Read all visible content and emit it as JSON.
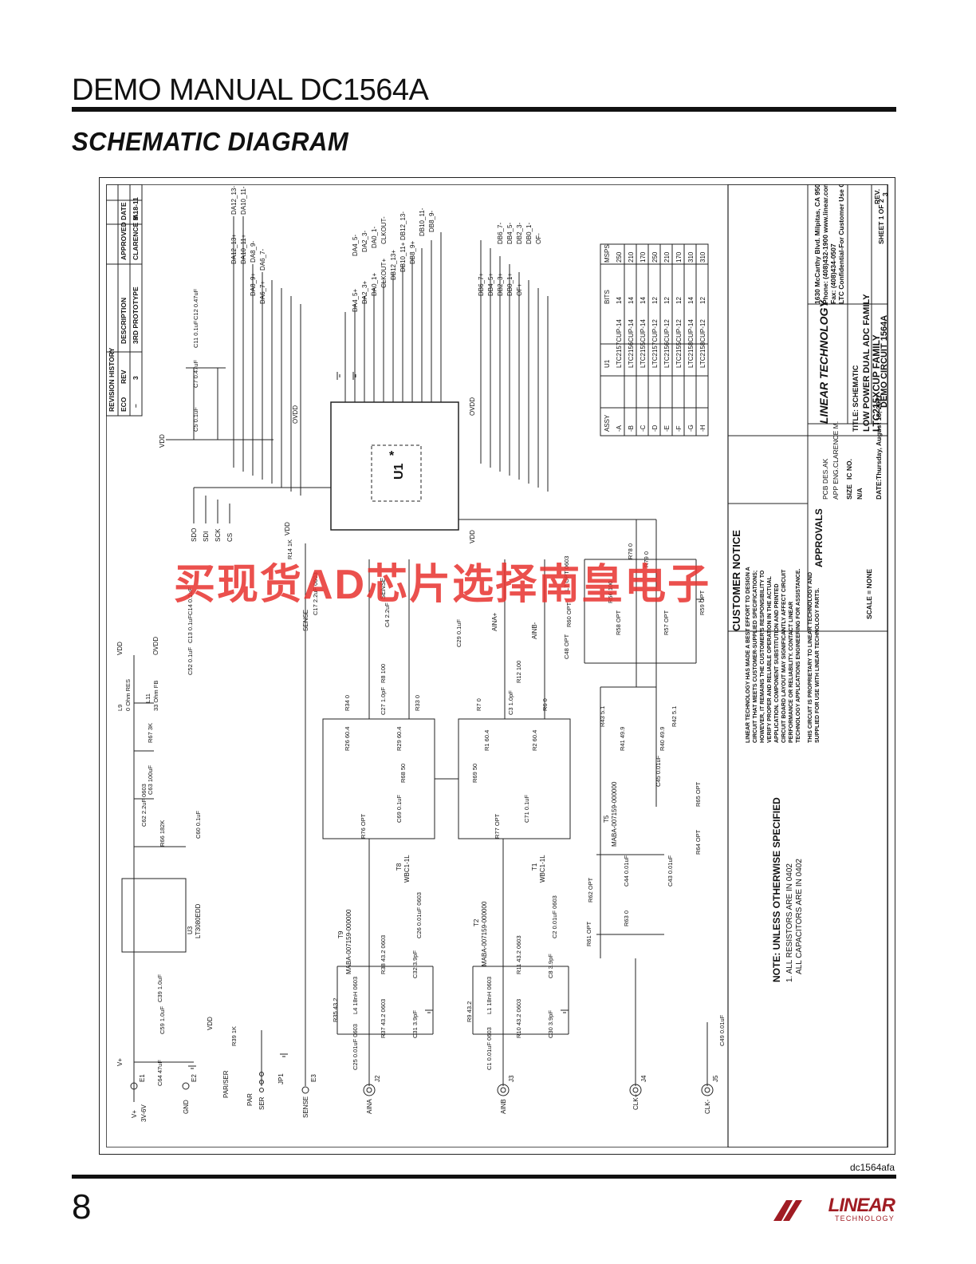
{
  "header": {
    "doc_title": "DEMO MANUAL DC1564A",
    "section_title": "SCHEMATIC DIAGRAM"
  },
  "revision": {
    "heading": "REVISION HISTORY",
    "cols": [
      "ECO",
      "REV",
      "DESCRIPTION",
      "APPROVED",
      "DATE"
    ],
    "row": [
      "–",
      "3",
      "3RD PROTOTYPE",
      "CLARENCE M.",
      "8-18-11"
    ]
  },
  "assy_table": {
    "cols": [
      "ASSY",
      "U1",
      "BITS",
      "MSPS"
    ],
    "rows": [
      [
        "-A",
        "LTC2157CUP-14",
        "14",
        "250"
      ],
      [
        "-B",
        "LTC2156CUP-14",
        "14",
        "210"
      ],
      [
        "-C",
        "LTC2155CUP-14",
        "14",
        "170"
      ],
      [
        "-D",
        "LTC2157CUP-12",
        "12",
        "250"
      ],
      [
        "-E",
        "LTC2156CUP-12",
        "12",
        "210"
      ],
      [
        "-F",
        "LTC2155CUP-12",
        "12",
        "170"
      ],
      [
        "-G",
        "LTC2158CUP-14",
        "14",
        "310"
      ],
      [
        "-H",
        "LTC2158CUP-12",
        "12",
        "310"
      ]
    ]
  },
  "title_block": {
    "address": "1630 McCarthy Blvd. Milpitas, CA 95035",
    "phone": "Phone: (408)432-1900  www.linear.com",
    "fax": "Fax: (408)434-0507",
    "confidential": "LTC Confidential-For Customer Use Only",
    "logo": "LINEAR TECHNOLOGY",
    "title_label": "TITLE: SCHEMATIC",
    "product_1": "LOW POWER DUAL ADC FAMILY",
    "product_2": "LTC215XCUP FAMILY",
    "product_3": "DEMO CIRCUIT 1564A",
    "size_label": "SIZE",
    "size_value": "N/A",
    "ic_label": "IC NO.",
    "rev_label": "REV.",
    "rev_value": "3",
    "date_label": "DATE:",
    "date_value": "Thursday, August 18, 2011",
    "sheet": "SHEET  1  OF  2",
    "scale": "SCALE = NONE"
  },
  "approvals": {
    "heading": "APPROVALS",
    "pcb_label": "PCB DES.",
    "pcb_value": "AK",
    "app_label": "APP ENG.",
    "app_value": "CLARENCE M."
  },
  "notice": {
    "heading": "CUSTOMER NOTICE",
    "l1": "LINEAR TECHNOLOGY HAS MADE A BEST EFFORT TO DESIGN A",
    "l2": "CIRCUIT THAT MEETS CUSTOMER-SUPPLIED SPECIFICATIONS;",
    "l3": "HOWEVER, IT REMAINS THE CUSTOMER'S RESPONSIBILITY TO",
    "l4": "VERIFY PROPER AND RELIABLE OPERATION IN THE ACTUAL",
    "l5": "APPLICATION. COMPONENT SUBSTITUTION AND PRINTED",
    "l6": "CIRCUIT BOARD LAYOUT MAY SIGNIFICANTLY AFFECT CIRCUIT",
    "l7": "PERFORMANCE OR RELIABILITY. CONTACT LINEAR",
    "l8": "TECHNOLOGY APPLICATIONS ENGINEERING FOR ASSISTANCE.",
    "p1": "THIS CIRCUIT IS PROPRIETARY TO LINEAR TECHNOLOGY AND",
    "p2": "SUPPLIED FOR USE WITH LINEAR TECHNOLOGY PARTS."
  },
  "notes": {
    "heading": "NOTE: UNLESS OTHERWISE SPECIFIED",
    "n1": "1.  ALL RESISTORS ARE IN 0402",
    "n2": "ALL CAPACITORS ARE IN  0402"
  },
  "u1": {
    "ref": "U1",
    "star": "*"
  },
  "nets_top_a": [
    "DA12_13+",
    "DA10_11+",
    "DA8_9+",
    "DA6_7+",
    "DA12_13-",
    "DA10_11-",
    "DA8_9-",
    "DA6_7-"
  ],
  "nets_top_b": [
    "DA4_5+",
    "DA2_3+",
    "DA0_1+",
    "CLKOUT+",
    "DB12_13+",
    "DB10_11+",
    "DB8_9+",
    "DA4_5-",
    "DA2_3-",
    "DA0_1-",
    "CLKOUT-",
    "DB12_13-",
    "DB10_11-",
    "DB8_9-"
  ],
  "nets_top_c": [
    "DB6_7+",
    "DB4_5+",
    "DB2_3+",
    "DB0_1+",
    "OF+",
    "DB6_7-",
    "DB4_5-",
    "DB2_3-",
    "DB0_1-",
    "OF-"
  ],
  "spi": [
    "SDO",
    "SDI",
    "SCK",
    "CS"
  ],
  "labels": {
    "vdd": "VDD",
    "ovdd": "OVDD",
    "vplus": "V+",
    "vplus_range": "3V-6V",
    "gnd": "GND",
    "sense": "SENSE",
    "ain_a": "AINA",
    "ain_b": "AINB",
    "ain_a_plus": "AINA+",
    "ain_b_plus": "AINB-",
    "clk_plus": "CLK+",
    "clk_minus": "CLK-",
    "par_ser": "PAR/SER",
    "par": "PAR",
    "ser": "SER",
    "jp1": "JP1",
    "u3": "U3",
    "u3_part": "LT3080EDD",
    "t9": "T9",
    "t9_part": "MABA-007159-000000",
    "t8": "T8",
    "t8_part": "WBC1-1L",
    "t2": "T2",
    "t2_part": "MABA-007159-000000",
    "t1": "T1",
    "t1_part": "WBC1-1L",
    "t5": "T5",
    "t5_part": "MABA-007159-000000",
    "e1": "E1",
    "e2": "E2",
    "e3": "E3",
    "j2": "J2",
    "j3": "J3",
    "j4": "J4",
    "j5": "J5",
    "l9": "L9",
    "l9_val": "0 Ohm RES",
    "l11": "L11",
    "l11_val": "33 Ohm FB",
    "r67": "R67  3K",
    "c63": "C63  100uF",
    "c62": "C62  2.2uF  0603",
    "r66": "R66  182K",
    "c60": "C60  0.1uF",
    "c39": "C39  1.0uF",
    "c59": "C59  1.0uF",
    "c64": "C64  47uF",
    "r39": "R39  1K",
    "r14": "R14  1K",
    "c17": "C17  2.2uF  0603",
    "c4": "C4  2.2uF",
    "c29": "C29  0.1uF",
    "c14": "C14  0.1uF",
    "c13": "C13  0.1uF",
    "c52": "C52  0.1uF",
    "c5": "C5  0.1uF",
    "c7": "C7  0.47uF",
    "c11": "C11  0.1uF",
    "c12": "C12  0.47uF",
    "r8": "R8  100",
    "r12": "R12  100",
    "r34": "R34  0",
    "c27": "C27  1.0pF",
    "r33": "R33  0",
    "r7": "R7  0",
    "c3": "C3  1.0pF",
    "r6": "R6  0",
    "r26": "R26  60.4",
    "r29": "R29  60.4",
    "r1": "R1  60.4",
    "r2": "R2  60.4",
    "r68": "R68  50",
    "r69": "R69  50",
    "c69": "C69  0.1uF",
    "c71": "C71  0.1uF",
    "r76": "R76  OPT",
    "r77": "R77  OPT",
    "c26": "C26  0.01uF  0603",
    "c2": "C2  0.01uF  0603",
    "r38": "R38  43.2  0603",
    "r11": "R11  43.2  0603",
    "c32": "C32  3.9pF",
    "c8": "C8  3.9pF",
    "r35": "R35  43.2",
    "r9": "R9  43.2",
    "l4": "L4  18nH  0603",
    "l1": "L1  18nH  0603",
    "r37": "R37  43.2  0603",
    "r10": "R10  43.2  0603",
    "c31": "C31  3.9pF",
    "c30": "C30  3.9pF",
    "c25": "C25  0.01uF  0603",
    "c1": "C1  0.01uF  0603",
    "l7": "L7  OPT  0603",
    "r56": "R56  100",
    "r78": "R78  0",
    "r79": "R79  0",
    "r60": "R60  OPT",
    "r58": "R58  OPT",
    "r57": "R57  OPT",
    "r59": "R59  OPT",
    "c48": "C48  OPT",
    "r43": "R43  5.1",
    "r42": "R42  5.1",
    "r41": "R41  49.9",
    "r40": "R40  49.9",
    "c45": "C45  0.01uF",
    "r65": "R65  OPT",
    "r64": "R64  OPT",
    "c44": "C44  0.01uF",
    "c43": "C43  0.01uF",
    "r62": "R62  OPT",
    "r63": "R63  0",
    "r61": "R61  OPT",
    "c49": "C49  0.01uF"
  },
  "watermark": "买现货AD芯片选择南皇电子",
  "footer": {
    "code": "dc1564afa",
    "page": "8",
    "logo": "LINEAR",
    "logo_sub": "TECHNOLOGY"
  }
}
